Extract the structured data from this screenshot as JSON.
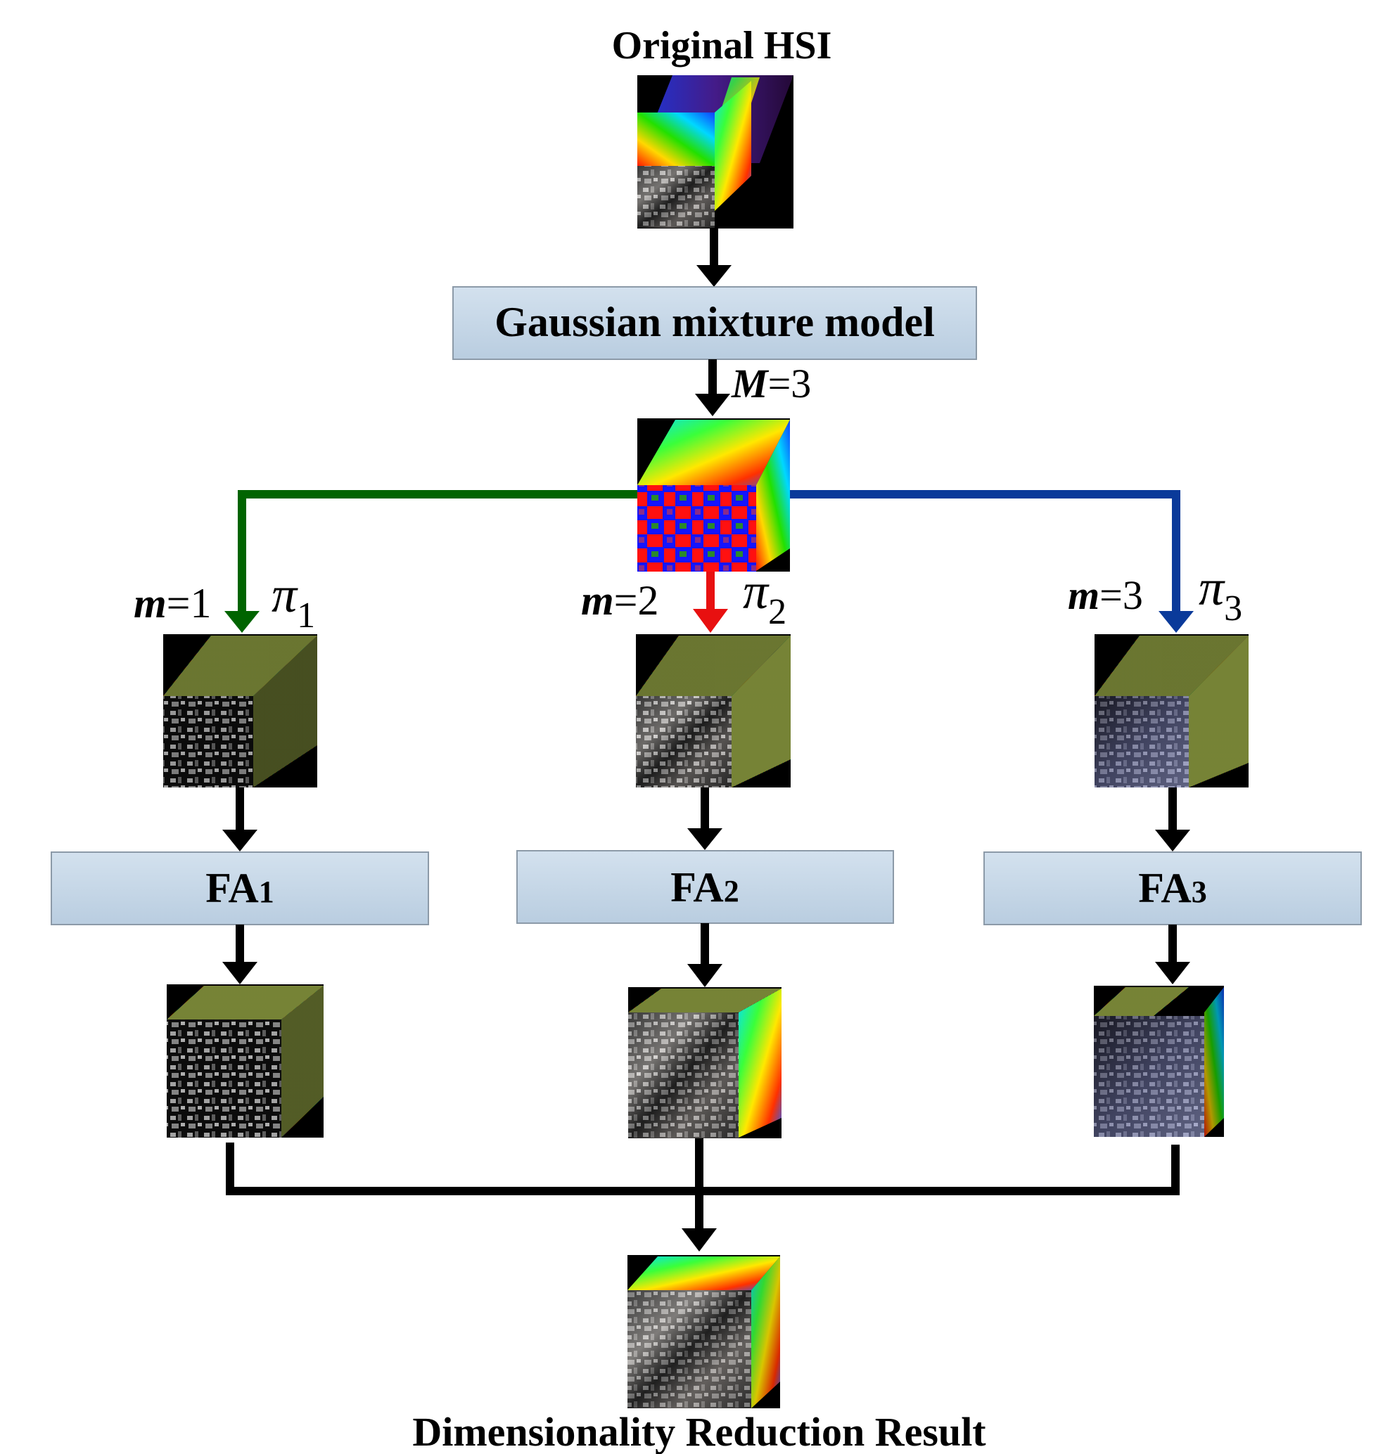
{
  "title_top": "Original HSI",
  "gmm_box": "Gaussian mixture model",
  "M_label": {
    "var": "M",
    "eq": "=3"
  },
  "branches": [
    {
      "m_var": "m",
      "m_eq": "=1",
      "pi_sym": "π",
      "pi_sub": "1",
      "fa_main": "FA",
      "fa_sub": "1",
      "color": "#006400"
    },
    {
      "m_var": "m",
      "m_eq": "=2",
      "pi_sym": "π",
      "pi_sub": "2",
      "fa_main": "FA",
      "fa_sub": "2",
      "color": "#e81010"
    },
    {
      "m_var": "m",
      "m_eq": "=3",
      "pi_sym": "π",
      "pi_sub": "3",
      "fa_main": "FA",
      "fa_sub": "3",
      "color": "#0a3a9a"
    }
  ],
  "title_bottom": "Dimensionality Reduction Result",
  "colors": {
    "arrow": "#000000",
    "box_fill_top": "#d3e1ee",
    "box_fill_bottom": "#b9cde0",
    "box_border": "#8c9aa8"
  },
  "images": [
    "original-hsi-cube",
    "gmm-cluster-cube",
    "cluster-1-cube",
    "cluster-2-cube",
    "cluster-3-cube",
    "fa-1-result-cube",
    "fa-2-result-cube",
    "fa-3-result-cube",
    "final-result-cube"
  ]
}
